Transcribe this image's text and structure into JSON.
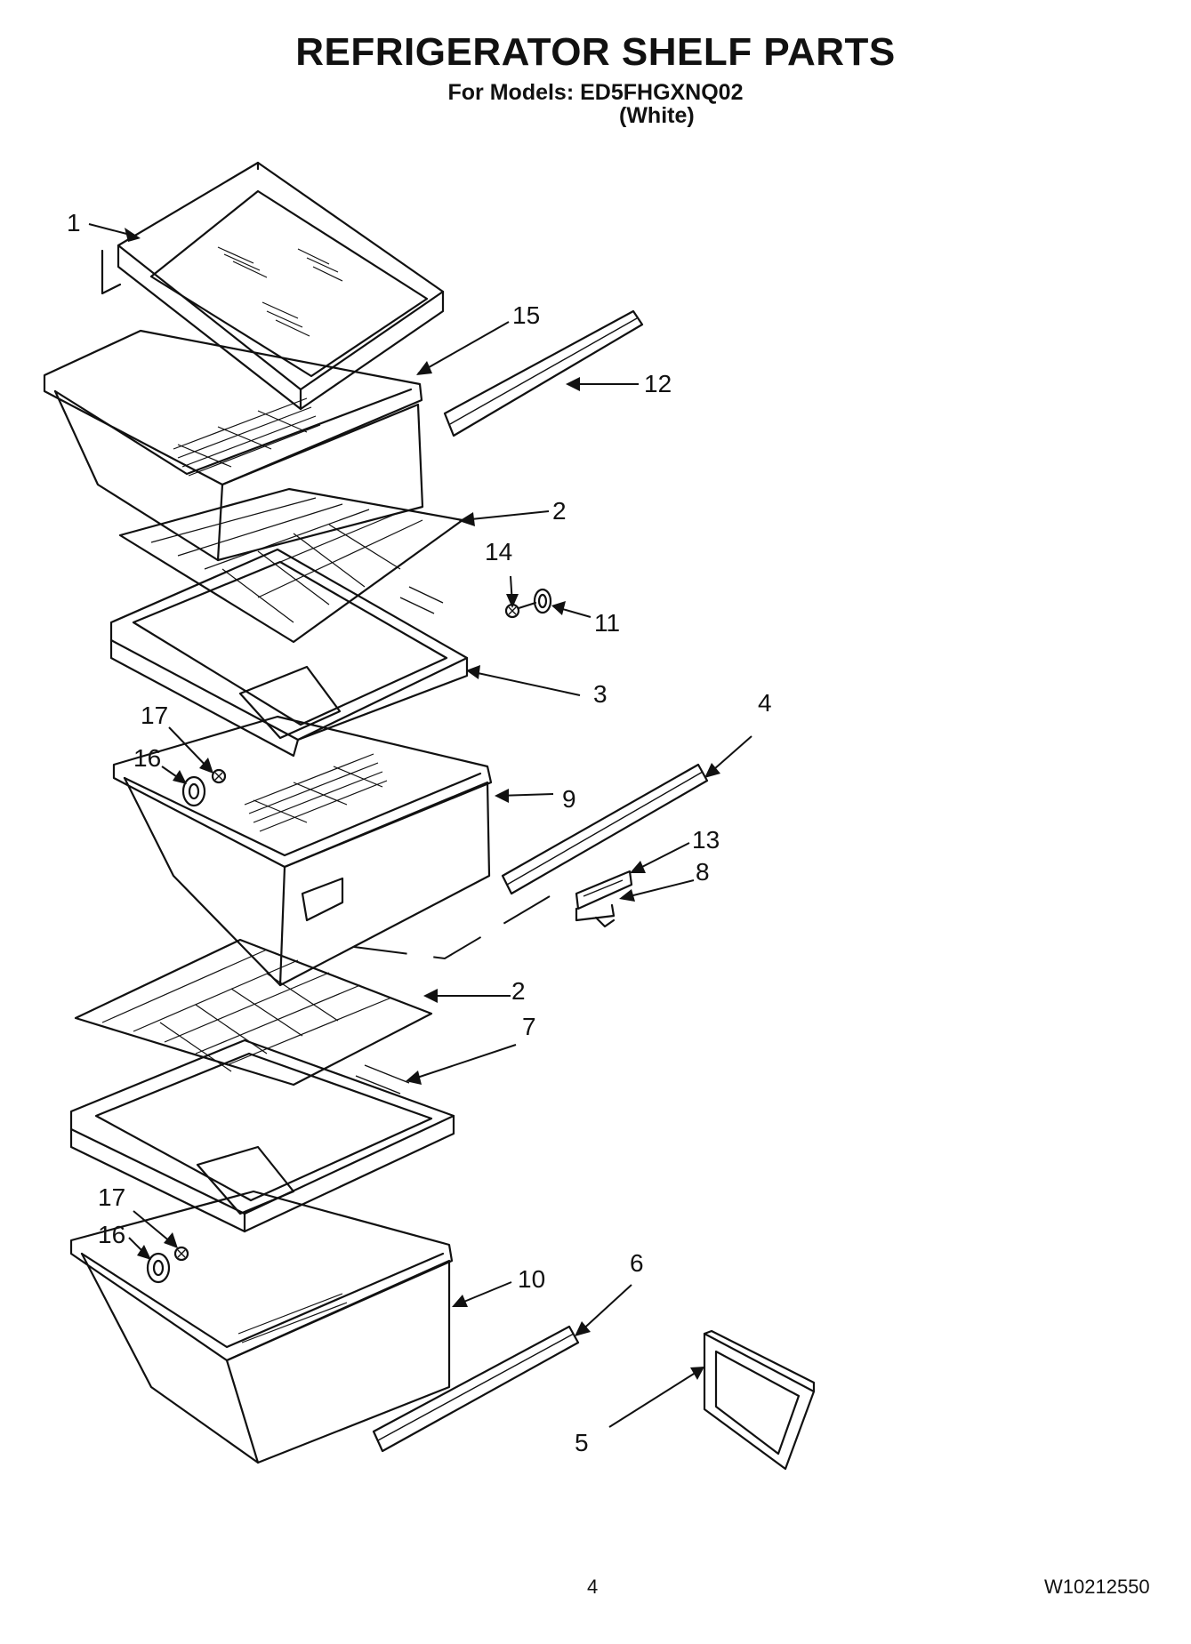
{
  "header": {
    "title": "REFRIGERATOR SHELF PARTS",
    "models_line": "For Models: ED5FHGXNQ02",
    "color_note": "(White)"
  },
  "callouts": {
    "c1": "1",
    "c15": "15",
    "c12": "12",
    "c2a": "2",
    "c14": "14",
    "c11": "11",
    "c3": "3",
    "c4": "4",
    "c17a": "17",
    "c16a": "16",
    "c9": "9",
    "c13": "13",
    "c8": "8",
    "c2b": "2",
    "c7": "7",
    "c17b": "17",
    "c16b": "16",
    "c10": "10",
    "c6": "6",
    "c5": "5"
  },
  "footer": {
    "page_number": "4",
    "document_id": "W10212550"
  }
}
